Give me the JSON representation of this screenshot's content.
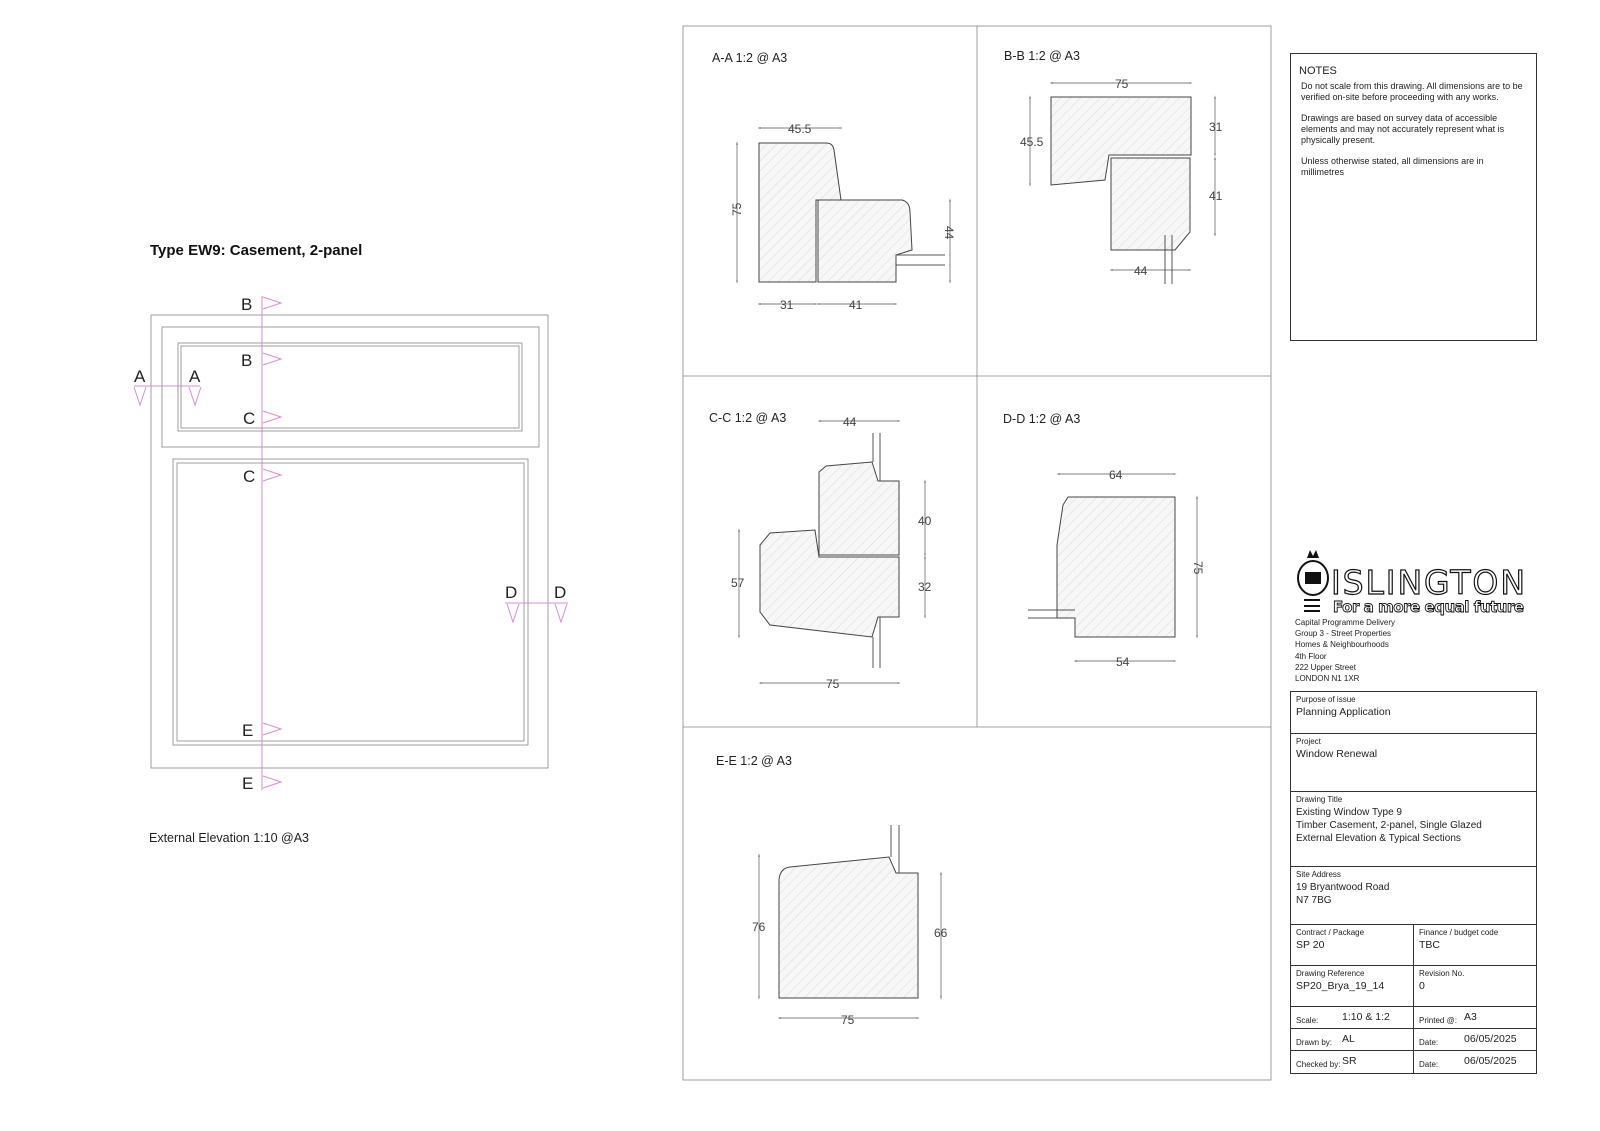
{
  "elevation": {
    "title": "Type EW9: Casement, 2-panel",
    "caption": "External Elevation  1:10 @A3",
    "markers": {
      "a": "A",
      "b": "B",
      "c": "C",
      "d": "D",
      "e": "E"
    }
  },
  "sections": {
    "aa": {
      "label": "A-A  1:2 @ A3",
      "dims": [
        "45.5",
        "75",
        "44",
        "31",
        "41"
      ]
    },
    "bb": {
      "label": "B-B  1:2 @ A3",
      "dims": [
        "75",
        "31",
        "41",
        "45.5",
        "44"
      ]
    },
    "cc": {
      "label": "C-C 1:2 @ A3",
      "dims": [
        "44",
        "40",
        "32",
        "57",
        "75"
      ]
    },
    "dd": {
      "label": "D-D  1:2 @ A3",
      "dims": [
        "64",
        "75",
        "54"
      ]
    },
    "ee": {
      "label": "E-E  1:2 @ A3",
      "dims": [
        "76",
        "66",
        "75"
      ]
    }
  },
  "notes": {
    "heading": "NOTES",
    "items": [
      "Do not scale from this drawing. All dimensions are to be verified on-site before proceeding with any works.",
      "Drawings are based on survey data of accessible elements and may not accurately represent what is physically present.",
      "Unless otherwise stated, all dimensions are in millimetres"
    ]
  },
  "logo": {
    "name": "ISLINGTON",
    "tagline": "For a more equal future"
  },
  "org": [
    "Capital Programme Delivery",
    "Group 3 - Street Properties",
    "Homes & Neighbourhoods",
    "4th Floor",
    "222 Upper Street",
    "LONDON N1 1XR"
  ],
  "title_block": {
    "purpose": {
      "label": "Purpose of issue",
      "value": "Planning Application"
    },
    "project": {
      "label": "Project",
      "value": "Window Renewal"
    },
    "drawing_title": {
      "label": "Drawing Title",
      "lines": [
        "Existing Window Type 9",
        "Timber Casement, 2-panel, Single Glazed",
        "External Elevation & Typical Sections"
      ]
    },
    "site": {
      "label": "Site Address",
      "lines": [
        "19 Bryantwood Road",
        "N7 7BG"
      ]
    },
    "contract": {
      "label": "Contract / Package",
      "value": "SP 20"
    },
    "finance": {
      "label": "Finance / budget code",
      "value": "TBC"
    },
    "ref": {
      "label": "Drawing Reference",
      "value": "SP20_Brya_19_14"
    },
    "revision": {
      "label": "Revision No.",
      "value": "0"
    },
    "scale": {
      "label": "Scale:",
      "value": "1:10 & 1:2"
    },
    "printed": {
      "label": "Printed @:",
      "value": "A3"
    },
    "drawn": {
      "label": "Drawn by:",
      "value": "AL"
    },
    "drawn_date": {
      "label": "Date:",
      "value": "06/05/2025"
    },
    "checked": {
      "label": "Checked by:",
      "value": "SR"
    },
    "checked_date": {
      "label": "Date:",
      "value": "06/05/2025"
    }
  }
}
